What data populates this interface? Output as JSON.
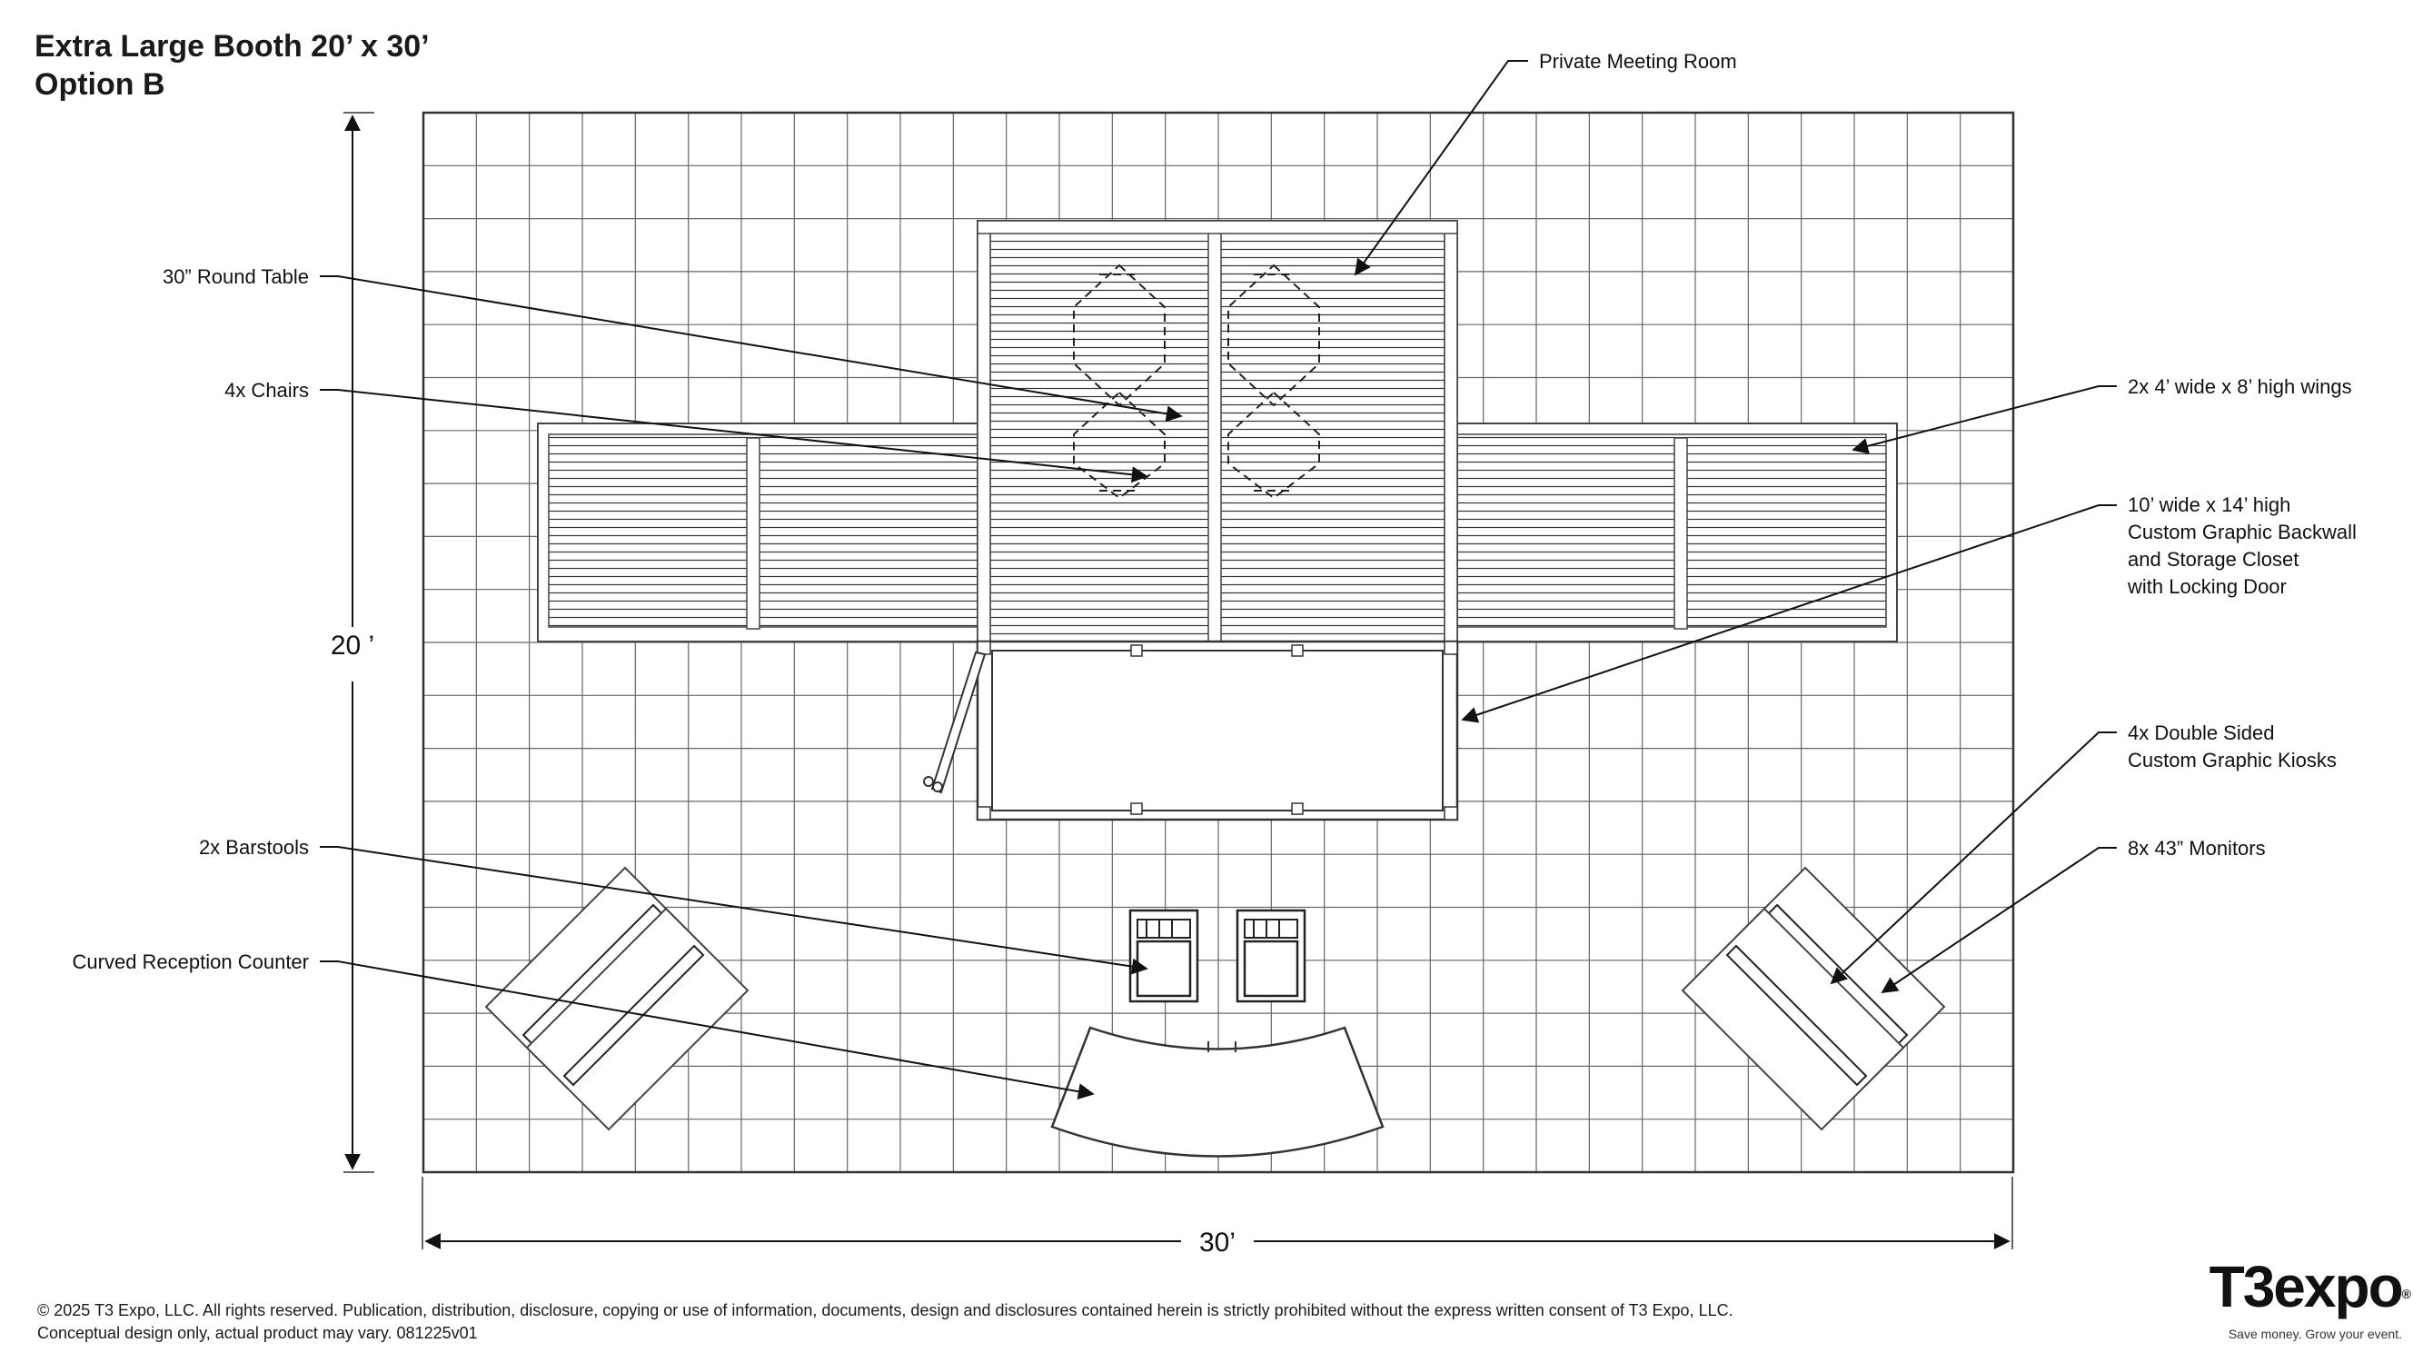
{
  "title": {
    "line1": "Extra Large Booth 20’ x 30’",
    "line2": "Option B"
  },
  "dimensions": {
    "height": "20 ’",
    "width": "30’"
  },
  "callouts": {
    "private_meeting_room": "Private Meeting Room",
    "round_table": "30” Round Table",
    "chairs": "4x Chairs",
    "wings": "2x 4’ wide x 8’ high wings",
    "backwall": [
      "10’ wide x 14’ high",
      "Custom Graphic Backwall",
      "and Storage Closet",
      "with Locking Door"
    ],
    "kiosks": [
      "4x Double Sided",
      "Custom Graphic Kiosks"
    ],
    "monitors": "8x 43” Monitors",
    "barstools": "2x Barstools",
    "reception": "Curved Reception Counter"
  },
  "footer": {
    "line1": "© 2025 T3 Expo, LLC. All rights reserved. Publication, distribution, disclosure, copying or use of information, documents, design and disclosures contained herein is strictly prohibited without the express written consent of T3 Expo, LLC.",
    "line2": "Conceptual design only, actual product may vary.  081225v01"
  },
  "logo": {
    "brand": "T3expo",
    "registered": "®",
    "tagline": "Save money. Grow your event."
  }
}
